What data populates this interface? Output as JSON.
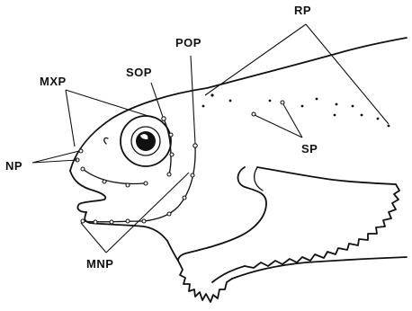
{
  "labels": {
    "rp": "RP",
    "pop": "POP",
    "sop": "SOP",
    "mxp": "MXP",
    "np": "NP",
    "sp": "SP",
    "mnp": "MNP"
  }
}
